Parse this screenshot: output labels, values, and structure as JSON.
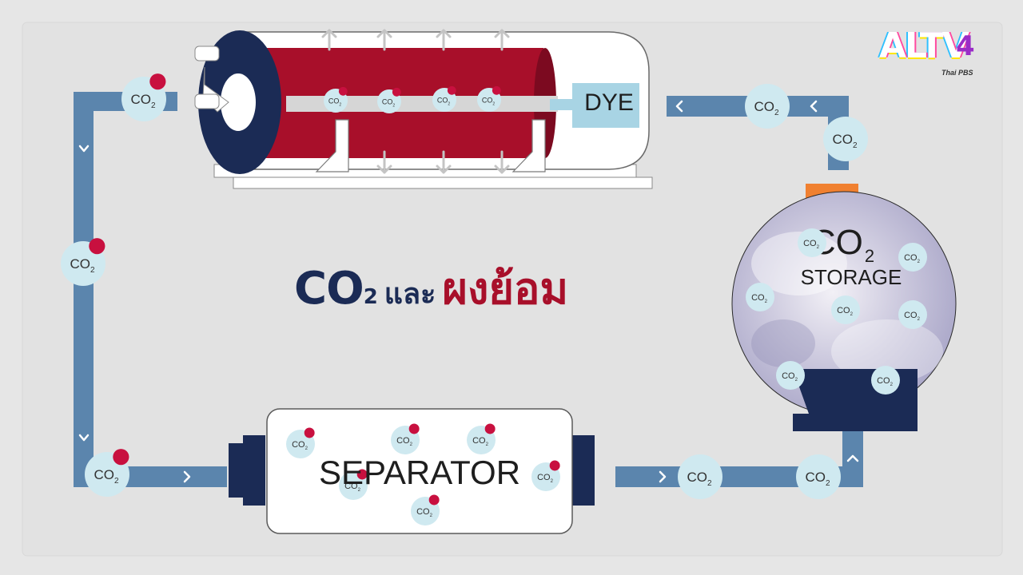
{
  "title": {
    "co": "CO",
    "co_sub": "2",
    "and": "และ",
    "dye": "ผงย้อม"
  },
  "labels": {
    "dye": "DYE",
    "separator": "SEPARATOR",
    "storage_co": "CO",
    "storage_sub": "2",
    "storage": "STORAGE"
  },
  "co2": {
    "main": "CO",
    "sub": "2"
  },
  "logo": {
    "text": "ALTV",
    "number": "4",
    "sub": "Thai PBS"
  },
  "colors": {
    "pipe": "#5b85ad",
    "navy": "#1b2b55",
    "crimson": "#a80f2a",
    "bubble": "#cfe9f0",
    "dot": "#c8103f",
    "orange": "#f08030",
    "nozzle": "#a8d4e4"
  }
}
